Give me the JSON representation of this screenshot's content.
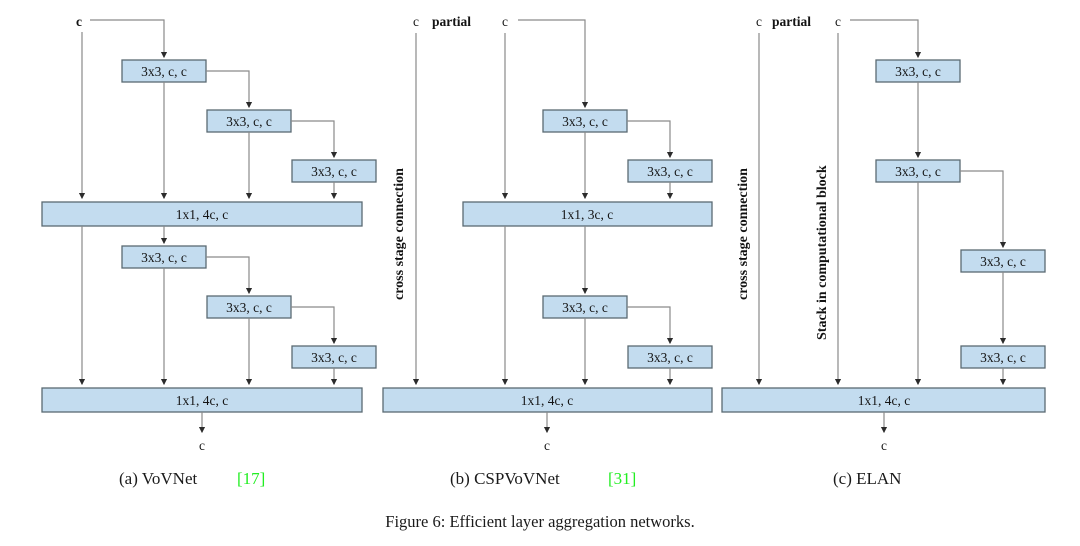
{
  "figure": {
    "caption": "Figure 6: Efficient layer aggregation networks.",
    "panels": [
      {
        "id": "a",
        "caption_prefix": "(a) VoVNet",
        "citation": "[17]",
        "input_labels": [
          "c"
        ],
        "output_label": "c",
        "side_labels": [],
        "conv_blocks": [
          "3x3, c, c",
          "3x3, c, c",
          "3x3, c, c",
          "3x3, c, c",
          "3x3, c, c",
          "3x3, c, c"
        ],
        "aggregation_bars": [
          "1x1, 4c, c",
          "1x1, 4c, c"
        ]
      },
      {
        "id": "b",
        "caption_prefix": "(b) CSPVoVNet",
        "citation": "[31]",
        "input_labels": [
          "c",
          "partial",
          "c"
        ],
        "output_label": "c",
        "side_labels": [
          "cross stage connection"
        ],
        "conv_blocks": [
          "3x3, c, c",
          "3x3, c, c",
          "3x3, c, c",
          "3x3, c, c"
        ],
        "aggregation_bars": [
          "1x1, 3c, c",
          "1x1, 4c, c"
        ]
      },
      {
        "id": "c",
        "caption_prefix": "(c) ELAN",
        "citation": "",
        "input_labels": [
          "c",
          "partial",
          "c"
        ],
        "output_label": "c",
        "side_labels": [
          "cross stage connection",
          "Stack in computational block"
        ],
        "conv_blocks": [
          "3x3, c, c",
          "3x3, c, c",
          "3x3, c, c",
          "3x3, c, c"
        ],
        "aggregation_bars": [
          "1x1, 4c, c"
        ]
      }
    ]
  },
  "style": {
    "box_fill": "#c3dcef",
    "box_stroke": "#5a6a72",
    "line_color": "#8a8a8a",
    "citation_color": "#22ee22",
    "text_color": "#141414"
  }
}
